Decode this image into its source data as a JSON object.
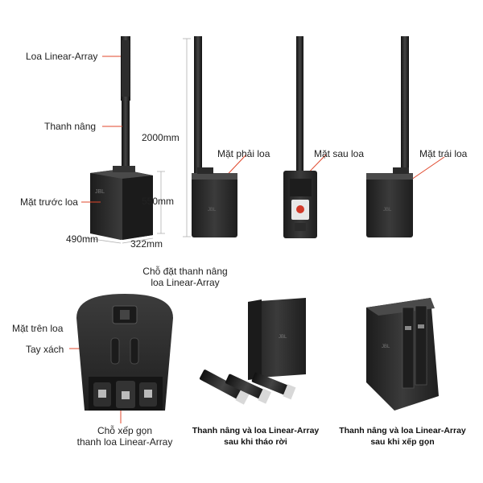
{
  "top_section": {
    "speaker_front_view": {
      "labels": {
        "linear_array": "Loa Linear-Array",
        "lift_pole": "Thanh nâng",
        "front_face": "Mặt trước loa"
      },
      "dimensions": {
        "width": "490mm",
        "depth": "322mm",
        "height_body": "550mm",
        "height_total": "2000mm"
      }
    },
    "side_views": {
      "right_face": "Mặt phải loa",
      "back_face": "Mặt sau loa",
      "left_face": "Mặt trái loa"
    }
  },
  "bottom_section": {
    "top_view": {
      "pole_slot": "Chỗ đặt thanh nâng\nloa Linear-Array",
      "top_face": "Mặt trên loa",
      "handle": "Tay xách",
      "storage_slot": "Chỗ xếp gọn\nthanh loa Linear-Array"
    },
    "captions": {
      "disassembled": "Thanh nâng và loa Linear-Array\nsau khi tháo rời",
      "stored": "Thanh nâng và loa Linear-Array\nsau khi xếp gọn"
    }
  },
  "colors": {
    "accent_line": "#e0472b",
    "speaker_dark": "#2a2a2a",
    "speaker_mid": "#3a3a3a"
  }
}
